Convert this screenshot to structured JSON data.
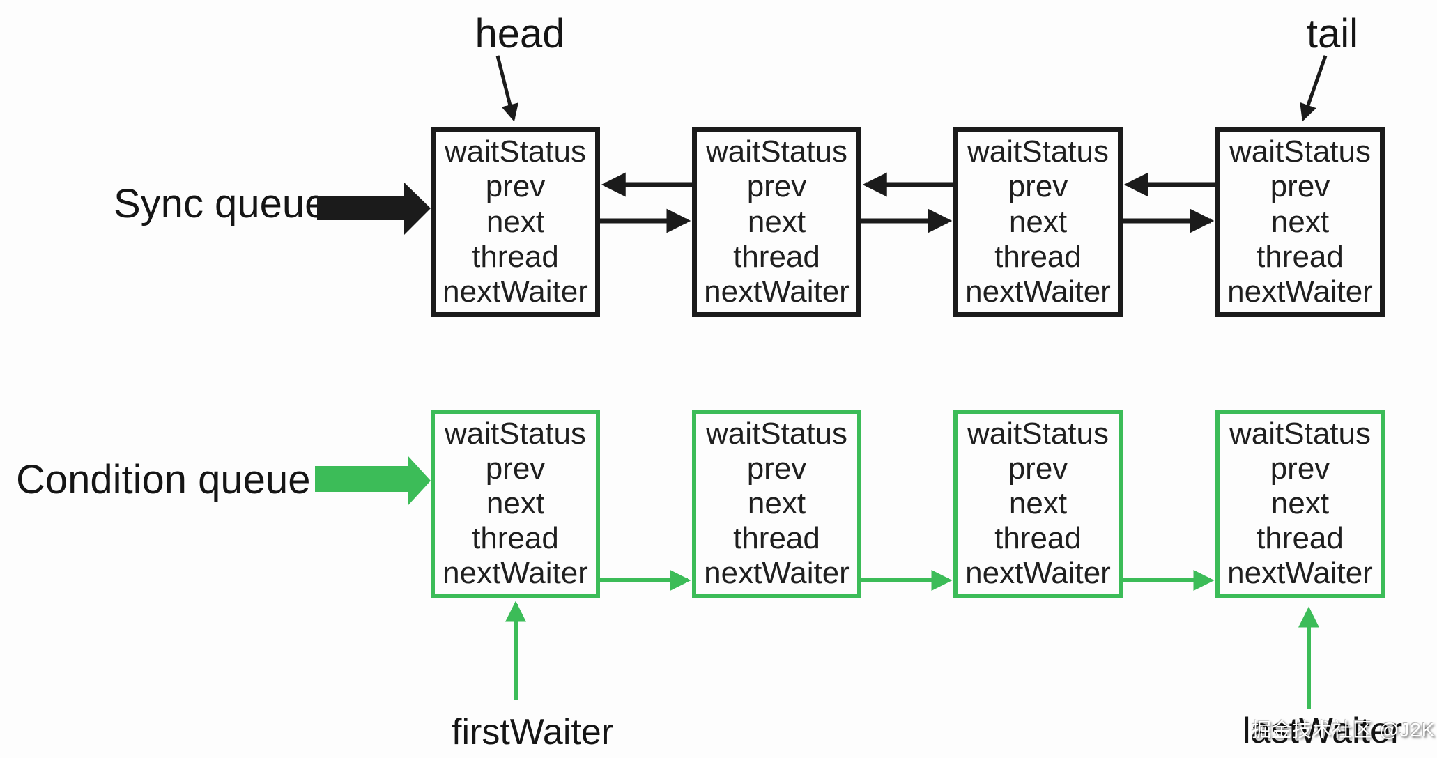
{
  "labels": {
    "head": "head",
    "tail": "tail",
    "sync_queue": "Sync queue",
    "condition_queue": "Condition queue",
    "first_waiter": "firstWaiter",
    "last_waiter": "lastWaiter"
  },
  "node_fields": [
    "waitStatus",
    "prev",
    "next",
    "thread",
    "nextWaiter"
  ],
  "sync_queue": {
    "node_count": 4
  },
  "condition_queue": {
    "node_count": 4
  },
  "watermark": "掘金技术社区 @J2K",
  "colors": {
    "sync_black": "#1b1b1b",
    "condition_green": "#3cbc58",
    "node_text": "#1f1f1f",
    "label_text": "#151515",
    "background": "#fdfdfd"
  }
}
